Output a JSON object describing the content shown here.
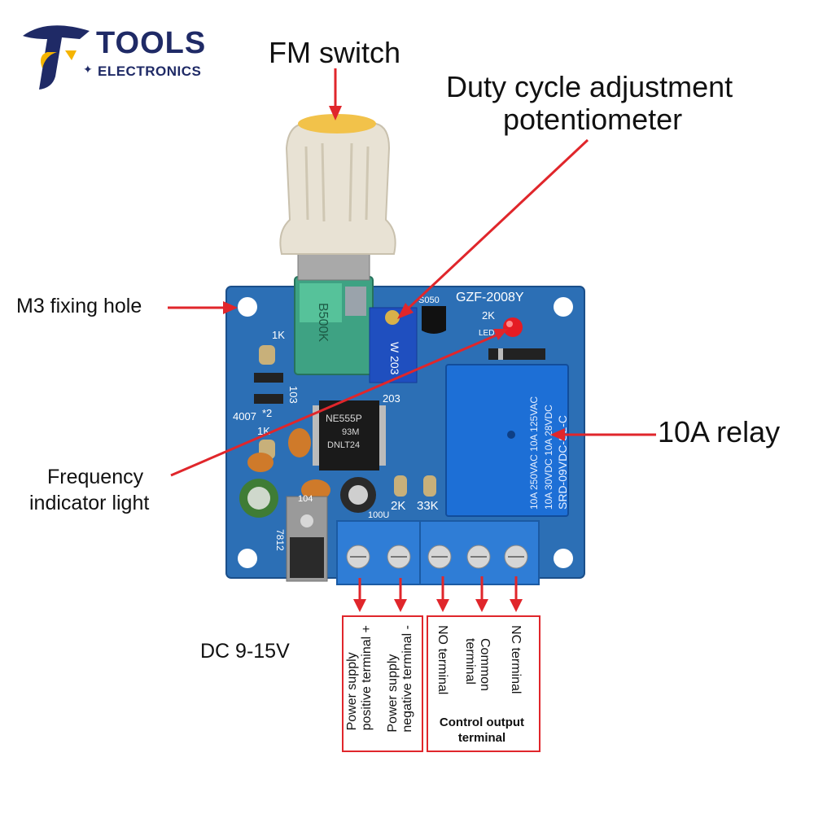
{
  "brand": {
    "name_top": "TOOLS",
    "name_bottom": "ELECTRONICS"
  },
  "callouts": {
    "fm_switch": "FM switch",
    "duty_line1": "Duty cycle adjustment",
    "duty_line2": "potentiometer",
    "m3_hole": "M3 fixing hole",
    "relay": "10A relay",
    "freq_line1": "Frequency",
    "freq_line2": "indicator light",
    "dc": "DC 9-15V"
  },
  "terminals": {
    "pos_line1": "Power supply",
    "pos_line2": "positive terminal +",
    "neg_line1": "Power supply",
    "neg_line2": "negative terminal -",
    "no": "NO terminal",
    "common_line1": "Common",
    "common_line2": "terminal",
    "nc": "NC terminal",
    "control_line1": "Control output",
    "control_line2": "terminal"
  },
  "board": {
    "pot_label": "B500K",
    "trim_label": "W 203",
    "trim_code": "203",
    "model": "GZF-2008Y",
    "transistor": "S050",
    "r_2k_top": "2K",
    "led_mark": "LED",
    "r_1k_a": "1K",
    "cap_103": "103",
    "diode_4007": "4007",
    "diode_times2": "*2",
    "r_1k_b": "1K",
    "ic_line1": "NE555P",
    "ic_line2": "93M",
    "ic_line3": "DNLT24",
    "cap_104": "104",
    "cap_100u": "100U",
    "r_2k": "2K",
    "r_33k": "33K",
    "regulator": "7812",
    "relay_line1": "10A 250VAC 10A 125VAC",
    "relay_line2": "10A 30VDC 10A 28VDC",
    "relay_line3": "SRD-09VDC-SL-C"
  },
  "colors": {
    "pcb": "#2c6fb5",
    "relay": "#1d6fd6",
    "arrow": "#e0262b",
    "knob": "#e8e2d4",
    "brand": "#1f2a66"
  }
}
